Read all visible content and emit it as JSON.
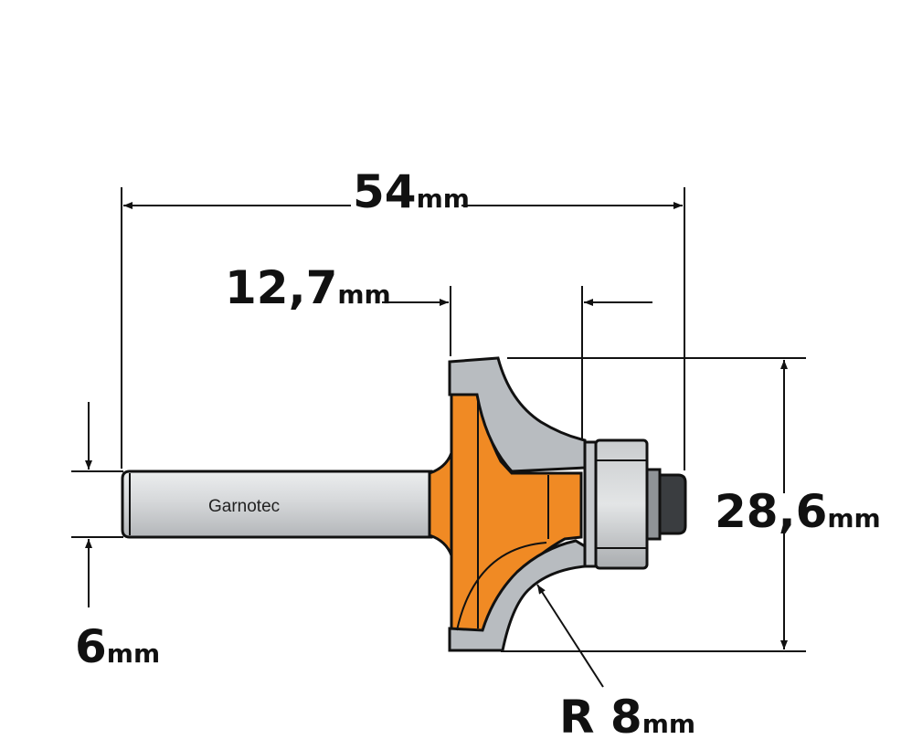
{
  "brand": "Garnotec",
  "dimensions": {
    "overall_length": {
      "value": "54",
      "unit": "mm"
    },
    "cutting_length": {
      "value": "12,7",
      "unit": "mm"
    },
    "diameter": {
      "value": "28,6",
      "unit": "mm"
    },
    "shank": {
      "value": "6",
      "unit": "mm"
    },
    "radius": {
      "value": "R 8",
      "unit": "mm"
    }
  },
  "colors": {
    "body_orange": "#f08a24",
    "carbide_grey": "#b8bcc0",
    "shank_grey": "#d4d6d8",
    "outline": "#111111",
    "bearing_dark": "#3a3d40"
  }
}
